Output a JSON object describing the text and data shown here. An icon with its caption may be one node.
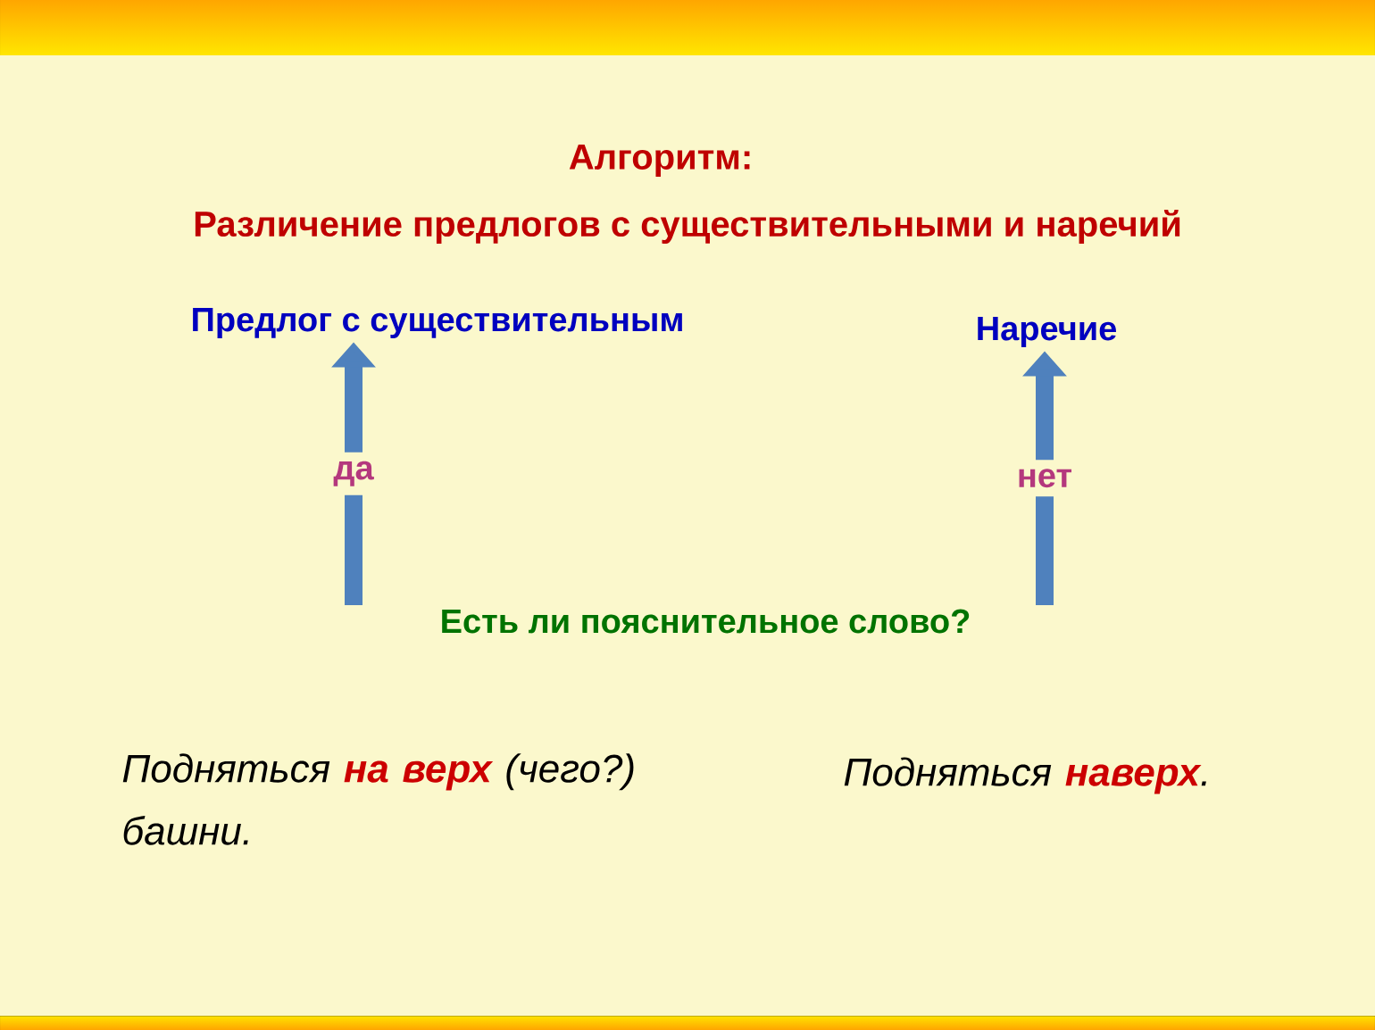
{
  "diagram": {
    "title": "Алгоритм:",
    "nodes": [
      {
        "text": [
          "Предлог с существительным"
        ]
      },
      {
        "text": [
          "Наречие"
        ]
      },
      {
        "text": [
          "Есть ли пояснительное слово?"
        ]
      }
    ],
    "edges": [
      {
        "from": 2,
        "to": 0,
        "arrow": "to",
        "label": "да"
      },
      {
        "from": 2,
        "to": 1,
        "arrow": "to",
        "label": "нет"
      }
    ],
    "labels": [
      "Различение предлогов с существительными и наречий",
      "Подняться **на верх** (чего?) башни.",
      "Подняться **наверх**."
    ]
  }
}
